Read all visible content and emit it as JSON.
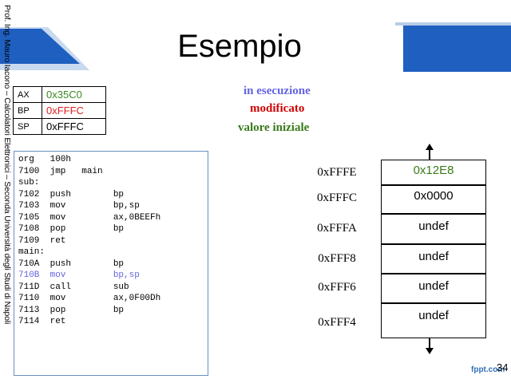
{
  "sidebar_text": "Prof. Ing. Mauro Iacono – Calcolatori Elettronici – Seconda Università degli Studi di Napoli",
  "title": "Esempio",
  "registers": [
    {
      "name": "AX",
      "value": "0x35C0",
      "color": "#3a8a1f"
    },
    {
      "name": "BP",
      "value": "0xFFFC",
      "color": "#e02020"
    },
    {
      "name": "SP",
      "value": "0xFFFC",
      "color": "#000000"
    }
  ],
  "legend": {
    "running": "in esecuzione",
    "running_color": "#6464e0",
    "modified": "modificato",
    "modified_color": "#d00000",
    "initial": "valore iniziale",
    "initial_color": "#3a7a1a"
  },
  "code": [
    {
      "text": "org   100h"
    },
    {
      "text": "7100  jmp   main"
    },
    {
      "text": "sub:"
    },
    {
      "text": "7102  push        bp"
    },
    {
      "text": "7103  mov         bp,sp"
    },
    {
      "text": "7105  mov         ax,0BEEFh"
    },
    {
      "text": "7108  pop         bp"
    },
    {
      "text": "7109  ret"
    },
    {
      "text": "main:"
    },
    {
      "text": "710A  push        bp"
    },
    {
      "text": "710B  mov         bp,sp",
      "highlight": true
    },
    {
      "text": "711D  call        sub"
    },
    {
      "text": "7110  mov         ax,0F00Dh"
    },
    {
      "text": "7113  pop         bp"
    },
    {
      "text": "7114  ret"
    }
  ],
  "memory": [
    {
      "address": "0xFFFE",
      "value": "0x12E8",
      "color": "#3a7a1a"
    },
    {
      "address": "0xFFFC",
      "value": "0x0000",
      "color": "#000000"
    },
    {
      "address": "0xFFFA",
      "value": "undef",
      "color": "#000000"
    },
    {
      "address": "0xFFF8",
      "value": "undef",
      "color": "#000000"
    },
    {
      "address": "0xFFF6",
      "value": "undef",
      "color": "#000000"
    },
    {
      "address": "0xFFF4",
      "value": "undef",
      "color": "#000000"
    }
  ],
  "footer": {
    "brand": "fppt.com",
    "page": "34"
  },
  "colors": {
    "band_blue": "#1f5fc0",
    "band_light": "#b8cce8"
  }
}
